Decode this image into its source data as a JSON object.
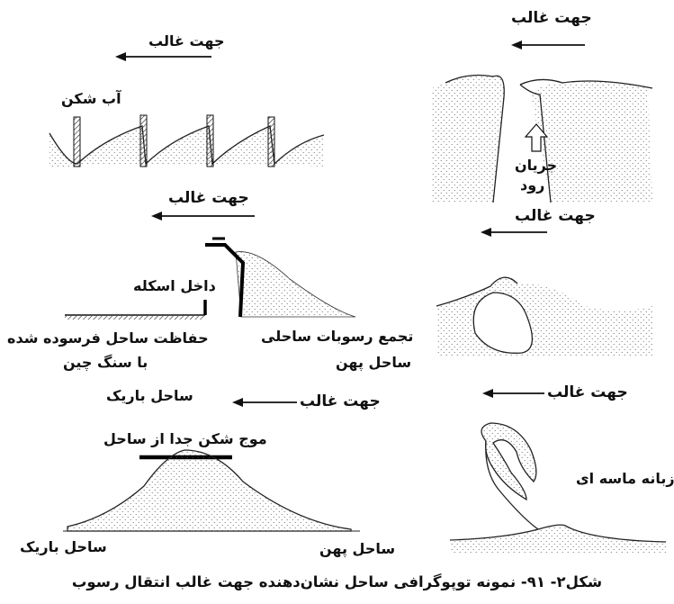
{
  "labels": {
    "dir_top_left": "جهت غالب",
    "breakwater": "آب شکن",
    "dir_top_right": "جهت غالب",
    "river_flow_1": "جریان",
    "river_flow_2": "رود",
    "dir_mid_left": "جهت غالب",
    "dir_mid_right": "جهت غالب",
    "jetty": "داخل اسکله",
    "protection_1": "حفاظت ساحل فرسوده شده",
    "protection_2": "با سنگ چین",
    "deposit": "تجمع رسوبات ساحلی",
    "wide_beach_mid": "ساحل پهن",
    "narrow_beach_mid": "ساحل باریک",
    "dir_low_mid": "جهت غالب",
    "dir_low_right": "جهت غالب",
    "detached_breakwater": "موج شکن جدا از ساحل",
    "sand_spit": "زبانه ماسه ای",
    "narrow_beach_bottom": "ساحل باریک",
    "wide_beach_bottom": "ساحل پهن"
  },
  "caption": "شکل۲- ۹۱- نمونه توپوگرافی ساحل نشان‌دهنده جهت غالب انتقال رسوب"
}
